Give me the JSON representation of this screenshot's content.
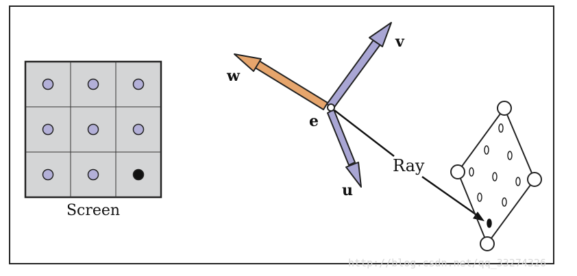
{
  "screen": {
    "label": "Screen",
    "rows": 3,
    "cols": 3,
    "pixel_color": "#b3b0d8",
    "highlight_color": "#111111",
    "cell_color": "#d4d5d6",
    "highlight_cell": [
      2,
      2
    ]
  },
  "camera": {
    "u_label": "u",
    "v_label": "v",
    "w_label": "w",
    "e_label": "e",
    "uv_arrow_color": "#a9a6d4",
    "w_arrow_color": "#e6a56c"
  },
  "ray": {
    "label": "Ray"
  },
  "watermark": "http://blog.csdn.net/qq_33274326"
}
